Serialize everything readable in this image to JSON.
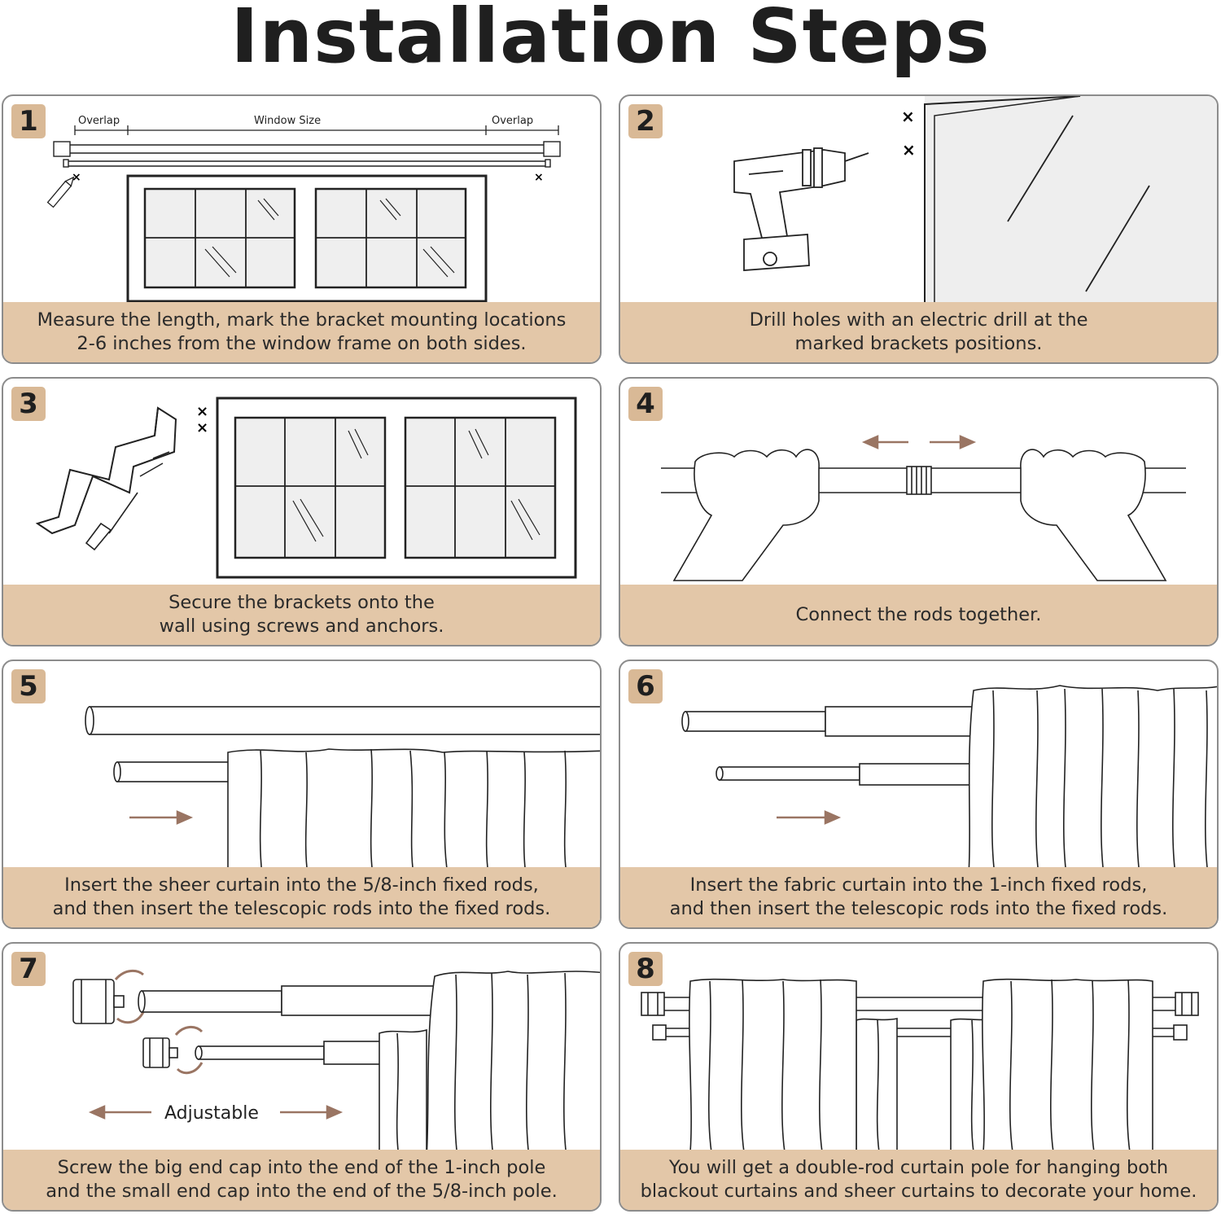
{
  "title": "Installation Steps",
  "steps": [
    {
      "number": "1",
      "caption": "Measure the length, mark the bracket mounting locations\n2-6 inches from the window frame on both sides.",
      "labels": {
        "overlap_left": "Overlap",
        "window_size": "Window Size",
        "overlap_right": "Overlap"
      },
      "icons": [
        "curtain-rod-icon",
        "pencil-icon",
        "window-icon",
        "x-mark-icon"
      ]
    },
    {
      "number": "2",
      "caption": "Drill holes with an electric drill at the\nmarked brackets positions.",
      "icons": [
        "electric-drill-icon",
        "x-mark-icon",
        "wall-corner-icon"
      ]
    },
    {
      "number": "3",
      "caption": "Secure the brackets onto the\nwall using screws and anchors.",
      "icons": [
        "bracket-icon",
        "screwdriver-icon",
        "screw-icon",
        "window-icon",
        "x-mark-icon"
      ]
    },
    {
      "number": "4",
      "caption": "Connect the rods together.",
      "icons": [
        "hands-icon",
        "rod-icon",
        "arrow-left-icon",
        "arrow-right-icon"
      ]
    },
    {
      "number": "5",
      "caption": "Insert the sheer curtain into the 5/8-inch fixed rods,\nand then insert the telescopic rods into the fixed rods.",
      "icons": [
        "rod-icon",
        "curtain-icon",
        "arrow-right-icon"
      ]
    },
    {
      "number": "6",
      "caption": "Insert the fabric curtain into the 1-inch fixed rods,\nand then insert the telescopic rods into the fixed rods.",
      "icons": [
        "rod-icon",
        "curtain-icon",
        "arrow-right-icon"
      ]
    },
    {
      "number": "7",
      "caption": "Screw the big end cap into the end of the 1-inch pole\nand the small end cap into the end of the 5/8-inch pole.",
      "labels": {
        "adjustable": "Adjustable"
      },
      "icons": [
        "end-cap-icon",
        "rotate-arrow-icon",
        "rod-icon",
        "curtain-icon",
        "arrow-left-icon",
        "arrow-right-icon"
      ]
    },
    {
      "number": "8",
      "caption": "You will get a double-rod curtain pole for hanging both\nblackout curtains and sheer curtains to decorate your home.",
      "icons": [
        "double-rod-icon",
        "curtain-icon",
        "end-cap-icon"
      ]
    }
  ],
  "colors": {
    "badge": "#d9b996",
    "caption_band": "#e3c7a8",
    "arrow": "#9a7563",
    "glass": "#efefef"
  }
}
